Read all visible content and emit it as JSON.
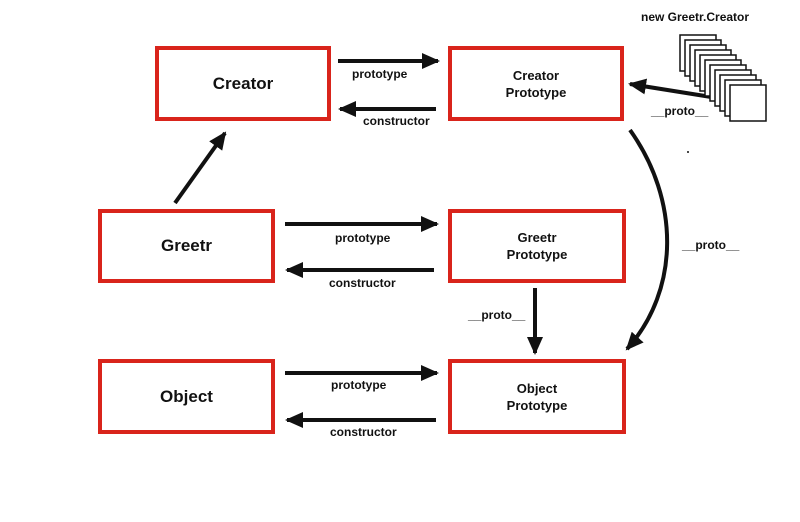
{
  "nodes": {
    "creator": "Creator",
    "creator_proto_1": "Creator",
    "creator_proto_2": "Prototype",
    "greetr": "Greetr",
    "greetr_proto_1": "Greetr",
    "greetr_proto_2": "Prototype",
    "object": "Object",
    "object_proto_1": "Object",
    "object_proto_2": "Prototype"
  },
  "labels": {
    "prototype": "prototype",
    "constructor": "constructor",
    "proto": "__proto__",
    "new_instances": "new Greetr.Creator"
  },
  "colors": {
    "box_border": "#d9241b",
    "arrow": "#111111"
  }
}
